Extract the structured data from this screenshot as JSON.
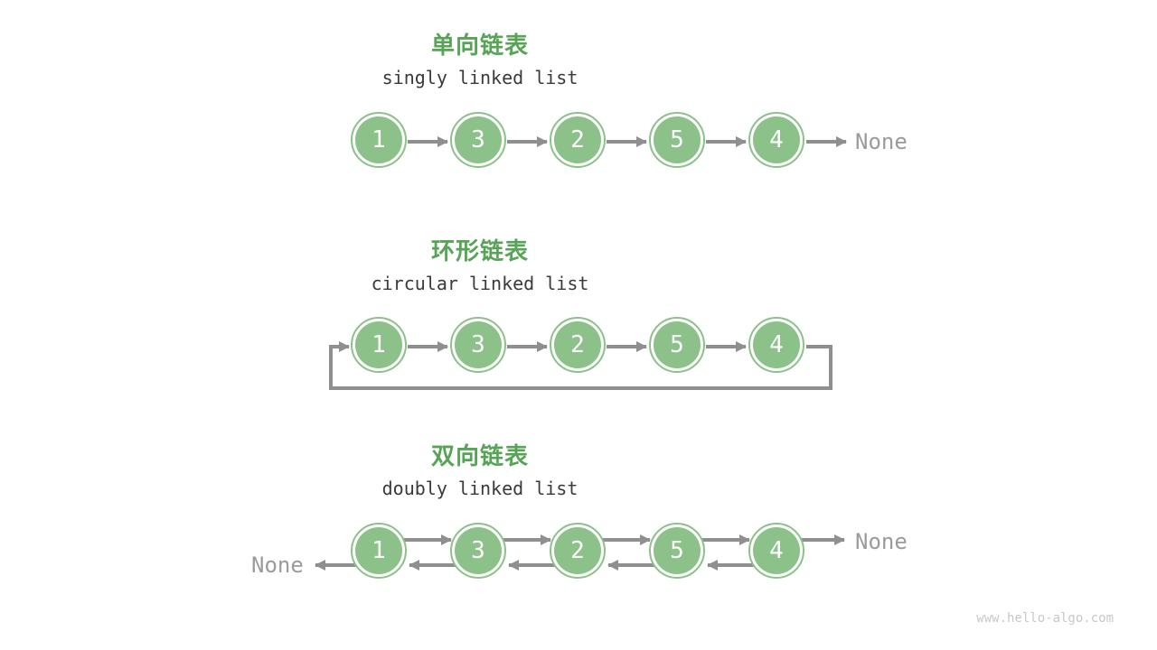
{
  "page": {
    "watermark": "www.hello-algo.com"
  },
  "colors": {
    "node_green": "#8cc18a",
    "title_green": "#57a457",
    "subtitle_dark": "#3a3a3a",
    "arrow_gray": "#8f8f8f",
    "none_gray": "#9b9b9b",
    "watermark_gray": "#c8c8c8",
    "background": "#ffffff"
  },
  "labels": {
    "none": "None"
  },
  "sections": [
    {
      "id": "singly",
      "title_zh": "单向链表",
      "title_en": "singly linked list",
      "nodes": [
        "1",
        "3",
        "2",
        "5",
        "4"
      ],
      "tail_label": "None"
    },
    {
      "id": "circular",
      "title_zh": "环形链表",
      "title_en": "circular linked list",
      "nodes": [
        "1",
        "3",
        "2",
        "5",
        "4"
      ],
      "loops_back_to_head": true
    },
    {
      "id": "doubly",
      "title_zh": "双向链表",
      "title_en": "doubly linked list",
      "nodes": [
        "1",
        "3",
        "2",
        "5",
        "4"
      ],
      "head_label": "None",
      "tail_label": "None"
    }
  ]
}
